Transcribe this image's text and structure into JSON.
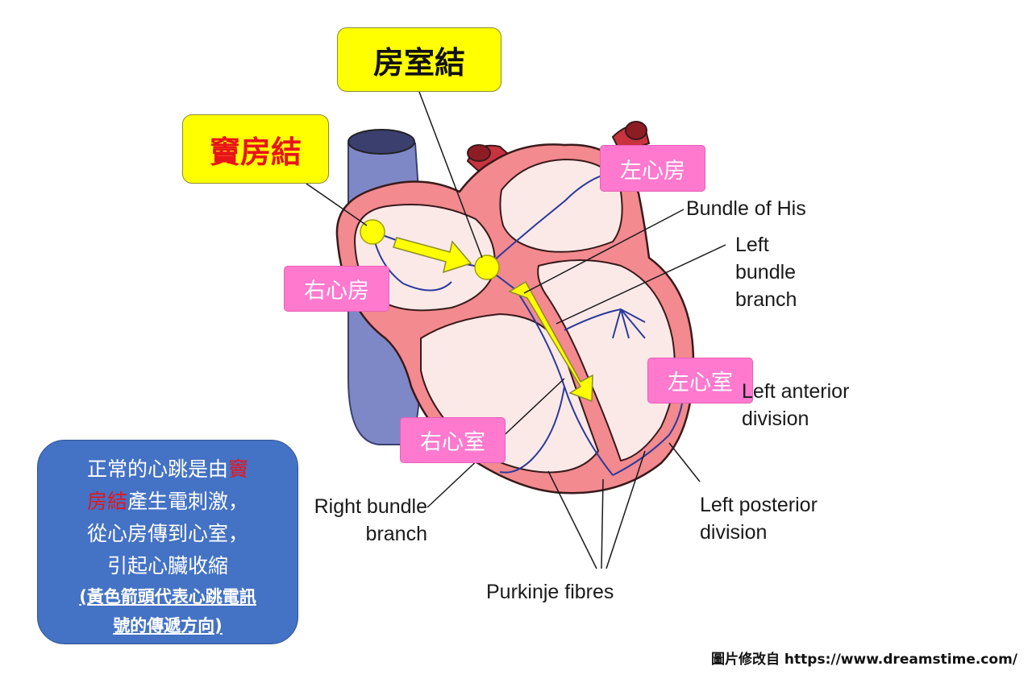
{
  "callouts": {
    "av_node": "房室結",
    "sa_node": "竇房結"
  },
  "chambers": {
    "left_atrium": "左心房",
    "right_atrium": "右心房",
    "left_ventricle": "左心室",
    "right_ventricle": "右心室"
  },
  "anatomy_labels": {
    "bundle_of_his": "Bundle of His",
    "left_bundle_branch": [
      "Left",
      "bundle",
      "branch"
    ],
    "left_anterior_division": [
      "Left anterior",
      "division"
    ],
    "right_bundle_branch": [
      "Right bundle",
      "branch"
    ],
    "left_posterior_division": [
      "Left posterior",
      "division"
    ],
    "purkinje_fibres": "Purkinje fibres"
  },
  "info_box": {
    "line1_pre": "正常的心跳是由",
    "line1_red": "竇",
    "line2_red": "房結",
    "line2_post": "產生電刺激，",
    "line3": "從心房傳到心室，",
    "line4": "引起心臟收縮",
    "note1": "(黃色箭頭代表心跳電訊",
    "note2": "號的傳遞方向)"
  },
  "credit": {
    "prefix": "圖片修改自 ",
    "url": "https://www.dreamstime.com/"
  },
  "colors": {
    "callout_yellow": "#ffff00",
    "sa_text_red": "#e8141a",
    "chamber_pink": "#ff79cf",
    "info_blue": "#4472c4",
    "vessel_blue": "#7f88c6",
    "heart_wall": "#f28a8f",
    "heart_inner": "#fbe9e8",
    "conduction_line": "#2b3a9b"
  }
}
